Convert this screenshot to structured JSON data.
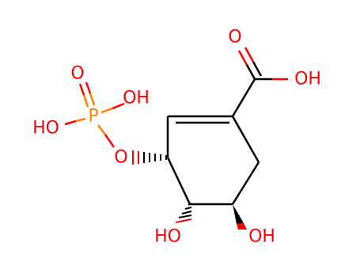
{
  "molecule": {
    "atoms": [
      {
        "id": "O_carbonyl",
        "symbol": "O",
        "color": "#ff0000",
        "text": "O"
      },
      {
        "id": "OH_acid",
        "symbol": "OH",
        "color": "#ff0000",
        "text": "OH"
      },
      {
        "id": "O_phos_double",
        "symbol": "O",
        "color": "#ff0000",
        "text": "O"
      },
      {
        "id": "OH_phos_right",
        "symbol": "OH",
        "color": "#ff0000",
        "text": "OH"
      },
      {
        "id": "P",
        "symbol": "P",
        "color": "#ff8000",
        "text": "P"
      },
      {
        "id": "HO_phos_left",
        "symbol": "HO",
        "color": "#ff0000",
        "text": "HO"
      },
      {
        "id": "O_ester",
        "symbol": "O",
        "color": "#ff0000",
        "text": "O"
      },
      {
        "id": "HO_c4",
        "symbol": "HO",
        "color": "#ff0000",
        "text": "HO"
      },
      {
        "id": "OH_c5",
        "symbol": "OH",
        "color": "#ff0000",
        "text": "OH"
      }
    ],
    "colors": {
      "bond": "#000000",
      "oxygen": "#ff0000",
      "phosphorus": "#ff8000"
    }
  }
}
